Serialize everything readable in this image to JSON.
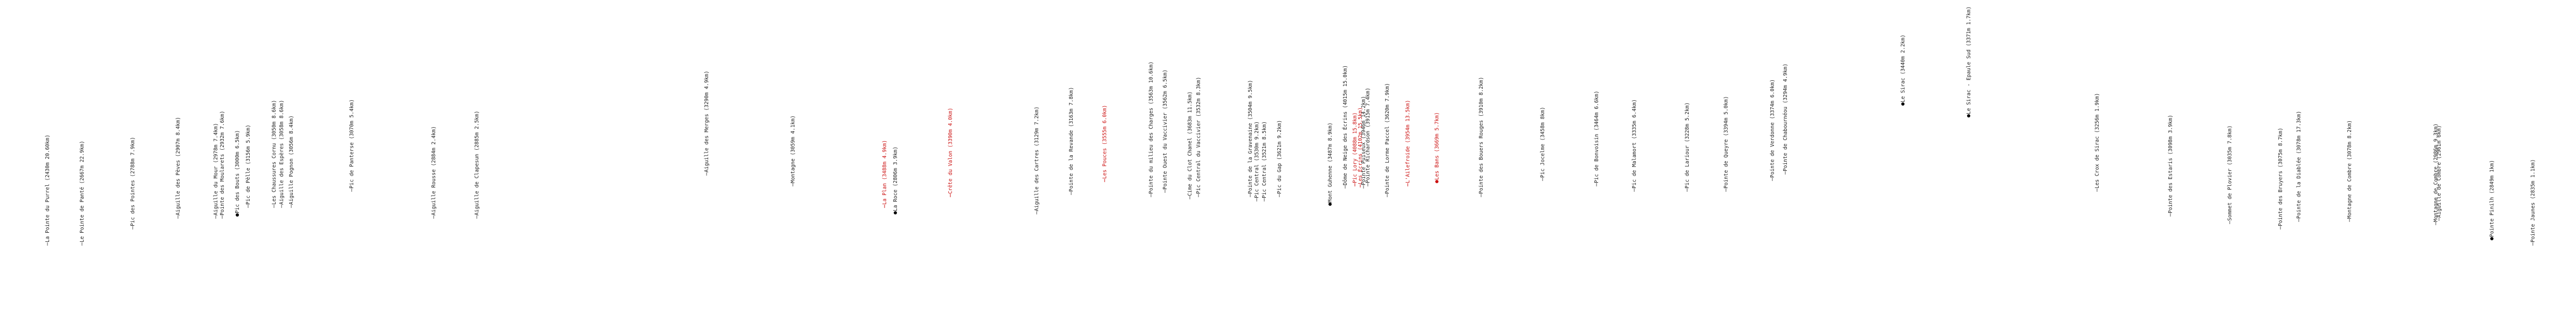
{
  "colors": {
    "text": "#222222",
    "highlight": "#cc1111",
    "background": "#ffffff"
  },
  "peaks": [
    {
      "label": "La Pointe du Purrel (2430m 20.60km)"
    },
    {
      "label": "Le Pointe de Panté (2667m 22.9km)"
    },
    {
      "label": "Pic des Pointes (2788m 7.9km)"
    },
    {
      "label": "Aiguille des Pèves (2907m 8.4km)"
    },
    {
      "label": "Aiguille du Mour (2978m 7.4km)"
    },
    {
      "label": "Pointe des Moularets (2932m 7.6km)"
    },
    {
      "label": "Pic des Bouts (3000m 6.5km)",
      "marker": true
    },
    {
      "label": "Pic de Pèlle (3156m 5.9km)"
    },
    {
      "label": "Les Chaussures Cornu (3050m 8.6km)"
    },
    {
      "label": "Aiguille des Espères (3058m 8.6km)"
    },
    {
      "label": "Aiguille Pognon (3056m 8.4km)"
    },
    {
      "label": "Pic de Panterse (3070m 5.4km)"
    },
    {
      "label": "Aiguille Rousse (2884m 2.4km)"
    },
    {
      "label": "Aiguille de Clapesun (2885m 2.5km)"
    },
    {
      "label": "Aiguille des Merges (3290m 4.9km)"
    },
    {
      "label": "Montagne (3059m 4.1km)"
    },
    {
      "label": "La Plan (3488m 4.9km)",
      "red": true
    },
    {
      "label": "La Roce (2806m 3.9km)",
      "marker": true
    },
    {
      "label": "Crête du Valon (3390m 4.0km)",
      "red": true
    },
    {
      "label": "Aiguille des Cartres (3129m 7.2km)"
    },
    {
      "label": "Pointe de la Revande (3163m 7.8km)"
    },
    {
      "label": "Les Pouces (3555m 6.0km)",
      "red": true
    },
    {
      "label": "Pointe du milieu des Charges (3563m 10.6km)"
    },
    {
      "label": "Pointe Ouest du Vaccivier (3562m 6.5km)"
    },
    {
      "label": "Cime du Clot Chanel (3683m 11.5km)"
    },
    {
      "label": "Pic Central du Vaccivier (3532m 8.3km)"
    },
    {
      "label": "Pointe de la Gravenaine (3504m 9.5km)"
    },
    {
      "label": "Pic Central (3530m 9.2km)"
    },
    {
      "label": "Pic Central (3521m 8.5km)"
    },
    {
      "label": "Pic du Gap (3621m 9.2km)"
    },
    {
      "label": "Mont Guhenne (3487m 8.9km)",
      "marker": true
    },
    {
      "label": "Dôme de Neige des Écrins (4015m 15.0km)"
    },
    {
      "label": "Pic Lory (4088m 15.8km)",
      "red": true
    },
    {
      "label": "Les Écrins (4102m 15.5km)",
      "red": true
    },
    {
      "label": "Pointe Puiseux (3946m 14.2km)"
    },
    {
      "label": "Pointe Richardson (3915m 7.4km)"
    },
    {
      "label": "Pointe de Lorme Paccel (3620m 7.9km)"
    },
    {
      "label": "L'Ailefroide (3954m 13.5km)",
      "red": true
    },
    {
      "label": "Les Bans (3669m 5.7km)",
      "marker": true,
      "red": true
    },
    {
      "label": "Pointe des Bouers Rouges (3910m 8.2km)"
    },
    {
      "label": "Pic Jocelme (3458m 8km)"
    },
    {
      "label": "Pic de Bonvoisin (3464m 6.6km)"
    },
    {
      "label": "Pic de Malamort (3335m 6.4km)"
    },
    {
      "label": "Pic de Lariour (3228m 5.2km)"
    },
    {
      "label": "Pointe de Queyre (3394m 5.0km)"
    },
    {
      "label": "Pointe de Verdonne (3374m 6.0km)"
    },
    {
      "label": "Pointe de Chabournéou (3294m 4.9km)"
    },
    {
      "label": "Le Sirac (3440m 2.2km)",
      "marker": true
    },
    {
      "label": "Le Sirac - Epaule Sud (3371m 1.7km)",
      "marker": true
    },
    {
      "label": "Les Crox de Sirac (3256m 1.9km)"
    },
    {
      "label": "Pointe des Estaris (3098m 3.9km)"
    },
    {
      "label": "Sommet de Plovier (3035m 7.8km)"
    },
    {
      "label": "Pointe des Bruyers (3075m 8.7km)"
    },
    {
      "label": "Pointe de la Diablée (3078m 17.3km)"
    },
    {
      "label": "Montagne de Combre (3078m 8.2km)"
    },
    {
      "label": "Montagne de Combre (2986m 9.3km)"
    },
    {
      "label": "Aiguille de Combre (2961m 6km)"
    },
    {
      "label": "Pointe Pinilh (2849m 1km)",
      "marker": true
    },
    {
      "label": "Pointe Jaunes (2835m 1.1km)"
    }
  ]
}
